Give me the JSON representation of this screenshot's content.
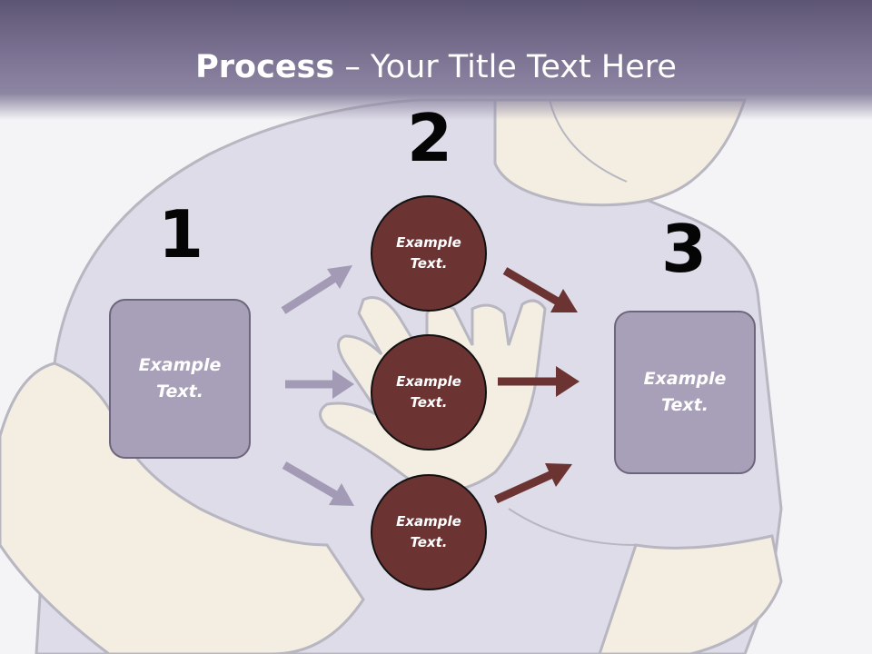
{
  "title": {
    "bold": "Process",
    "separator": " – ",
    "rest": "Your Title Text Here"
  },
  "steps": [
    {
      "number": "1",
      "text": "Example Text."
    },
    {
      "number": "2",
      "items": [
        "Example Text.",
        "Example Text.",
        "Example Text."
      ]
    },
    {
      "number": "3",
      "text": "Example Text."
    }
  ],
  "colors": {
    "header": "#7b7292",
    "box_fill": "#a89fb8",
    "circle_fill": "#6b3332",
    "left_arrow": "#a39bb5",
    "right_arrow": "#6b3332"
  }
}
